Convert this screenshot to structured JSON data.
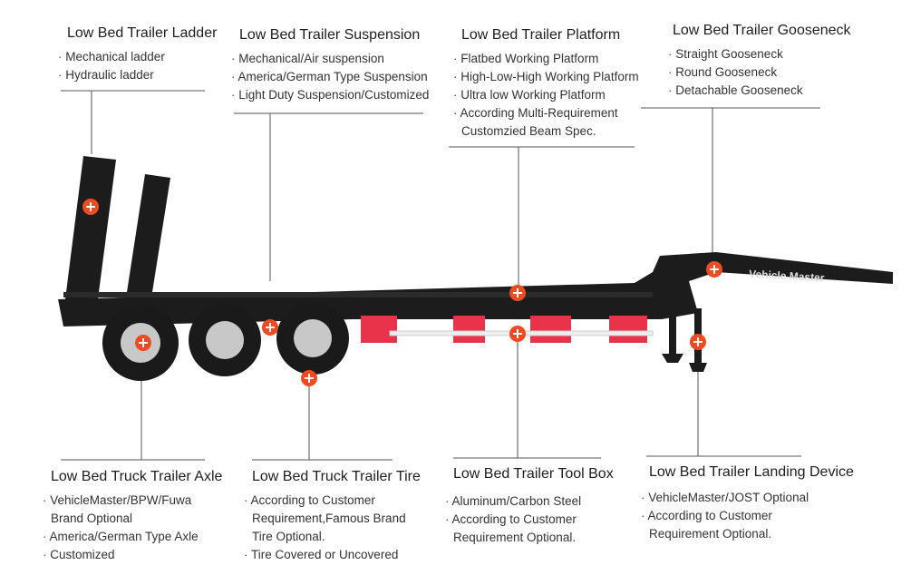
{
  "colors": {
    "accent": "#f04a22",
    "trailer": "#1c1c1c",
    "toolbox_red": "#e8334a",
    "line": "#555555"
  },
  "brand_on_gooseneck": "Vehicle Master",
  "marker_icon": "plus-circle-icon",
  "callouts": {
    "ladder": {
      "title": "Low Bed Trailer Ladder",
      "items": [
        "Mechanical ladder",
        "Hydraulic ladder"
      ]
    },
    "suspension": {
      "title": "Low Bed Trailer Suspension",
      "items": [
        "Mechanical/Air suspension",
        "America/German Type Suspension",
        "Light Duty Suspension/Customized"
      ]
    },
    "platform": {
      "title": "Low Bed Trailer Platform",
      "items": [
        "Flatbed Working Platform",
        "High-Low-High Working Platform",
        "Ultra low Working Platform",
        "According Multi-Requirement",
        "Customzied Beam Spec."
      ]
    },
    "gooseneck": {
      "title": "Low Bed Trailer Gooseneck",
      "items": [
        "Straight Gooseneck",
        "Round Gooseneck",
        "Detachable Gooseneck"
      ]
    },
    "axle": {
      "title": "Low Bed Truck Trailer Axle",
      "items": [
        "VehicleMaster/BPW/Fuwa",
        "Brand Optional",
        "America/German Type Axle",
        "Customized"
      ]
    },
    "tire": {
      "title": "Low Bed Truck Trailer Tire",
      "items": [
        "According to Customer",
        "Requirement,Famous Brand",
        "Tire Optional.",
        "Tire Covered or Uncovered"
      ]
    },
    "toolbox": {
      "title": "Low Bed Trailer Tool Box",
      "items": [
        "Aluminum/Carbon Steel",
        "According to Customer",
        "Requirement Optional."
      ]
    },
    "landing": {
      "title": "Low Bed Trailer Landing Device",
      "items": [
        "VehicleMaster/JOST Optional",
        "According to Customer",
        "Requirement Optional."
      ]
    }
  }
}
